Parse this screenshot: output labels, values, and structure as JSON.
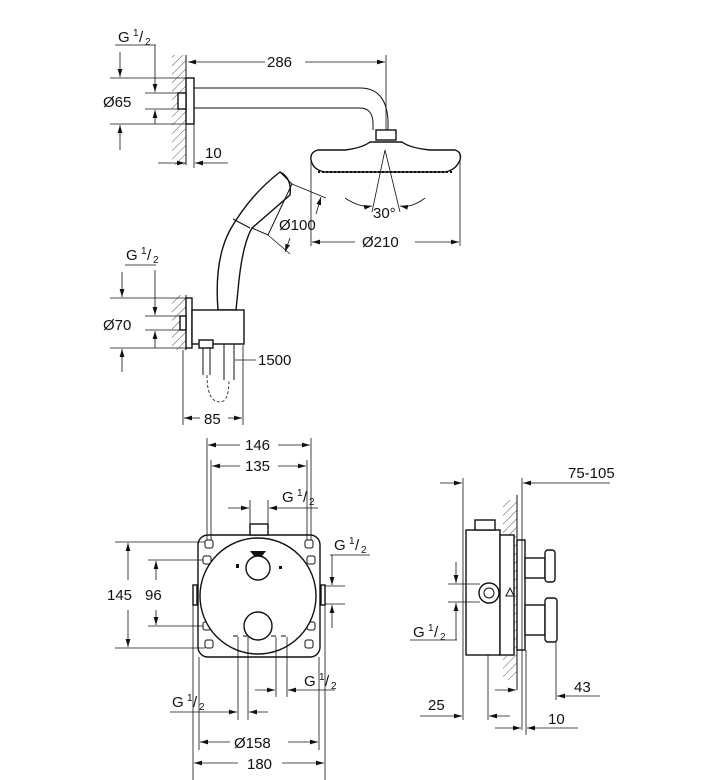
{
  "top_view": {
    "inlet_thread": {
      "base": "G",
      "num": "1",
      "den": "2"
    },
    "flange_diameter": "Ø65",
    "arm_length": "286",
    "flange_depth": "10",
    "spray_angle": "30°",
    "hand_shower_diameter": "Ø100",
    "head_shower_diameter": "Ø210"
  },
  "hand_bracket": {
    "inlet_thread": {
      "base": "G",
      "num": "1",
      "den": "2"
    },
    "flange_diameter": "Ø70",
    "hose_length": "1500",
    "projection": "85"
  },
  "front_view": {
    "width_outer": "146",
    "width_inner": "135",
    "top_thread": {
      "base": "G",
      "num": "1",
      "den": "2"
    },
    "right_thread": {
      "base": "G",
      "num": "1",
      "den": "2"
    },
    "height_outer": "145",
    "height_inner": "96",
    "bottom_left_thread": {
      "base": "G",
      "num": "1",
      "den": "2"
    },
    "bottom_right_thread": {
      "base": "G",
      "num": "1",
      "den": "2"
    },
    "cover_diameter": "Ø158",
    "plate_width": "180"
  },
  "side_view": {
    "wall_range": "75-105",
    "thread": {
      "base": "G",
      "num": "1",
      "den": "2"
    },
    "depth_25": "25",
    "depth_43": "43",
    "depth_10": "10"
  }
}
